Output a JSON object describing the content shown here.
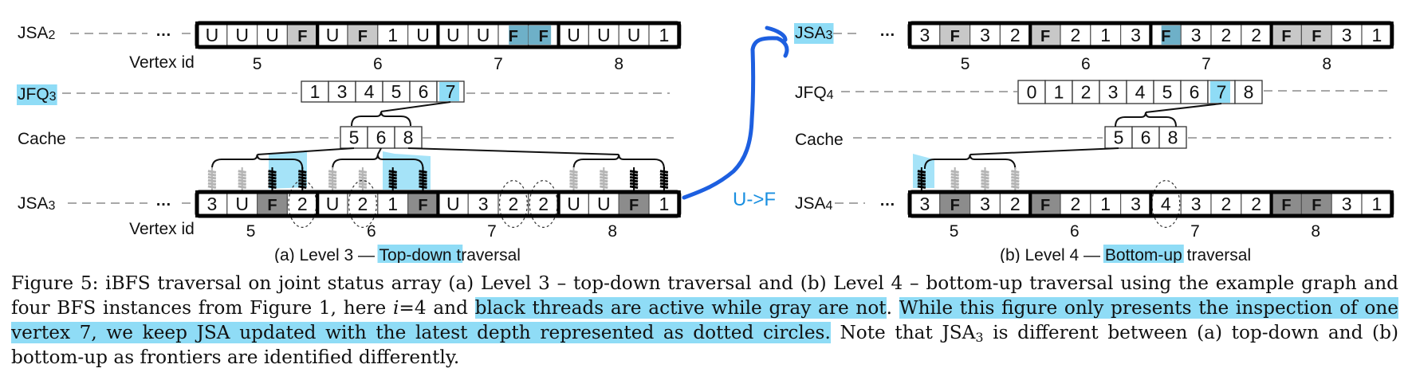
{
  "figure": {
    "panels": [
      {
        "id": "a",
        "subtitle_prefix": "(a) Level 3 — ",
        "subtitle_highlight": "Top-down",
        "subtitle_suffix_hl": " t",
        "subtitle_suffix": "raversal",
        "rows": {
          "jsa_top": {
            "label": "JSA",
            "label_sub": "2",
            "label_highlighted": false,
            "ellipsis": "…",
            "cells": [
              {
                "v": "U",
                "s": "w"
              },
              {
                "v": "U",
                "s": "w"
              },
              {
                "v": "U",
                "s": "w"
              },
              {
                "v": "F",
                "s": "g"
              },
              {
                "v": "U",
                "s": "w"
              },
              {
                "v": "F",
                "s": "g"
              },
              {
                "v": "1",
                "s": "w"
              },
              {
                "v": "U",
                "s": "w"
              },
              {
                "v": "U",
                "s": "w"
              },
              {
                "v": "U",
                "s": "w"
              },
              {
                "v": "F",
                "s": "gb"
              },
              {
                "v": "F",
                "s": "b"
              },
              {
                "v": "U",
                "s": "w"
              },
              {
                "v": "U",
                "s": "w"
              },
              {
                "v": "U",
                "s": "w"
              },
              {
                "v": "1",
                "s": "w"
              }
            ],
            "vertex_label": "Vertex id",
            "vertex_ids": [
              "5",
              "6",
              "7",
              "8"
            ]
          },
          "jfq": {
            "label": "JFQ",
            "label_sub": "3",
            "label_highlighted": true,
            "cells": [
              "1",
              "3",
              "4",
              "5",
              "6",
              "7"
            ],
            "highlight_index": 5
          },
          "cache": {
            "label": "Cache",
            "cells": [
              "5",
              "6",
              "8"
            ]
          },
          "jsa_bottom": {
            "label": "JSA",
            "label_sub": "3",
            "ellipsis": "…",
            "cells": [
              {
                "v": "3",
                "s": "w"
              },
              {
                "v": "U",
                "s": "w"
              },
              {
                "v": "F",
                "s": "d"
              },
              {
                "v": "2",
                "s": "w",
                "circle": true
              },
              {
                "v": "U",
                "s": "w"
              },
              {
                "v": "2",
                "s": "w",
                "circle": true
              },
              {
                "v": "1",
                "s": "w"
              },
              {
                "v": "F",
                "s": "d"
              },
              {
                "v": "U",
                "s": "w"
              },
              {
                "v": "3",
                "s": "w"
              },
              {
                "v": "2",
                "s": "w",
                "circle": true
              },
              {
                "v": "2",
                "s": "w",
                "circle": true
              },
              {
                "v": "U",
                "s": "w"
              },
              {
                "v": "U",
                "s": "w"
              },
              {
                "v": "F",
                "s": "d"
              },
              {
                "v": "1",
                "s": "w"
              }
            ],
            "threads": [
              {
                "cell": 0,
                "active": false
              },
              {
                "cell": 1,
                "active": false
              },
              {
                "cell": 2,
                "active": true
              },
              {
                "cell": 3,
                "active": true
              },
              {
                "cell": 4,
                "active": false
              },
              {
                "cell": 5,
                "active": false
              },
              {
                "cell": 6,
                "active": true
              },
              {
                "cell": 7,
                "active": true
              },
              {
                "cell": 12,
                "active": false
              },
              {
                "cell": 13,
                "active": false
              },
              {
                "cell": 14,
                "active": true
              },
              {
                "cell": 15,
                "active": true
              }
            ],
            "vertex_label": "Vertex id",
            "vertex_ids": [
              "5",
              "6",
              "7",
              "8"
            ]
          }
        }
      },
      {
        "id": "b",
        "subtitle_prefix": "(b) Level 4 — ",
        "subtitle_highlight": "Bottom-up",
        "subtitle_suffix_hl": "",
        "subtitle_suffix": " traversal",
        "rows": {
          "jsa_top": {
            "label": "JSA",
            "label_sub": "3",
            "label_highlighted": true,
            "ellipsis": "…",
            "cells": [
              {
                "v": "3",
                "s": "w"
              },
              {
                "v": "F",
                "s": "g"
              },
              {
                "v": "3",
                "s": "w"
              },
              {
                "v": "2",
                "s": "w"
              },
              {
                "v": "F",
                "s": "g"
              },
              {
                "v": "2",
                "s": "w"
              },
              {
                "v": "1",
                "s": "w"
              },
              {
                "v": "3",
                "s": "w"
              },
              {
                "v": "F",
                "s": "gb"
              },
              {
                "v": "3",
                "s": "w"
              },
              {
                "v": "2",
                "s": "w"
              },
              {
                "v": "2",
                "s": "w"
              },
              {
                "v": "F",
                "s": "g"
              },
              {
                "v": "F",
                "s": "g"
              },
              {
                "v": "3",
                "s": "w"
              },
              {
                "v": "1",
                "s": "w"
              }
            ],
            "vertex_ids": [
              "5",
              "6",
              "7",
              "8"
            ]
          },
          "jfq": {
            "label": "JFQ",
            "label_sub": "4",
            "label_highlighted": false,
            "cells": [
              "0",
              "1",
              "2",
              "3",
              "4",
              "5",
              "6",
              "7",
              "8"
            ],
            "highlight_index": 7
          },
          "cache": {
            "label": "Cache",
            "cells": [
              "5",
              "6",
              "8"
            ]
          },
          "jsa_bottom": {
            "label": "JSA",
            "label_sub": "4",
            "ellipsis": "…",
            "cells": [
              {
                "v": "3",
                "s": "w"
              },
              {
                "v": "F",
                "s": "d"
              },
              {
                "v": "3",
                "s": "w"
              },
              {
                "v": "2",
                "s": "w"
              },
              {
                "v": "F",
                "s": "d"
              },
              {
                "v": "2",
                "s": "w"
              },
              {
                "v": "1",
                "s": "w"
              },
              {
                "v": "3",
                "s": "w"
              },
              {
                "v": "4",
                "s": "w",
                "circle": true
              },
              {
                "v": "3",
                "s": "w"
              },
              {
                "v": "2",
                "s": "w"
              },
              {
                "v": "2",
                "s": "w"
              },
              {
                "v": "F",
                "s": "d"
              },
              {
                "v": "F",
                "s": "d"
              },
              {
                "v": "3",
                "s": "w"
              },
              {
                "v": "1",
                "s": "w"
              }
            ],
            "threads": [
              {
                "cell": 0,
                "active": true
              },
              {
                "cell": 1,
                "active": false
              },
              {
                "cell": 2,
                "active": false
              },
              {
                "cell": 3,
                "active": false
              }
            ],
            "vertex_ids": [
              "5",
              "6",
              "7",
              "8"
            ]
          }
        }
      }
    ],
    "annotation": {
      "text": "U->F",
      "color": "#1d5fe0",
      "text_color": "#1a8fe0"
    },
    "colors": {
      "frontier_light": "#c8c8c8",
      "frontier_dark": "#8c8c8c",
      "highlight": "#8fdcf6",
      "highlight_dark": "#6eb0c8",
      "thread_active": "#000000",
      "thread_inactive": "#b4b4b4"
    }
  },
  "caption": {
    "p1": "Figure 5: iBFS traversal on joint status array (a) Level 3 – top-down traversal and (b) Level 4 – bottom-up traversal using the example graph and four BFS instances from Figure 1, here ",
    "math_i": "i",
    "p2": "=4 and ",
    "hl1": "black threads are active while gray are not",
    "p3": ". ",
    "hl2": "While this figure only presents the inspection of one vertex 7, we keep JSA updated with the latest depth represented as dotted circles.",
    "p4": " Note that JSA",
    "p4_sub": "3",
    "p5": " is different between (a) top-down and (b) bottom-up as frontiers are identified differently."
  }
}
